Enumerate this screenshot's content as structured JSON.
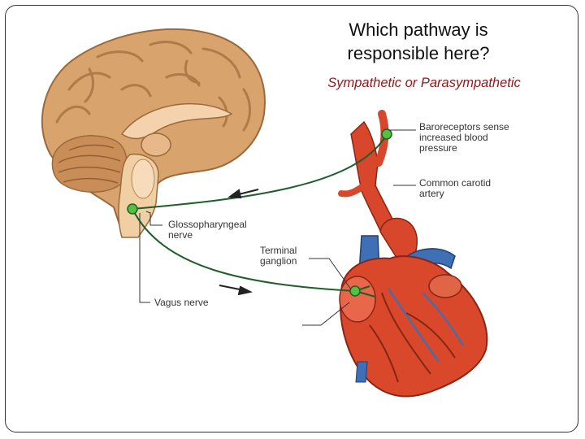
{
  "slide": {
    "title": "Which pathway is responsible here?",
    "subtitle": "Sympathetic or Parasympathetic"
  },
  "labels": {
    "baroreceptors": "Baroreceptors sense\nincreased blood\npressure",
    "carotid": "Common carotid\nartery",
    "glossopharyngeal": "Glossopharyngeal\nnerve",
    "terminal_ganglion": "Terminal\nganglion",
    "vagus": "Vagus nerve"
  },
  "colors": {
    "nerve": "#1f5e2a",
    "node": "#55c040",
    "brain": "#d9a36e",
    "heart": "#d9482a",
    "vein": "#3f6fb5",
    "label_text": "#333333",
    "subtitle": "#8c1a1a"
  }
}
